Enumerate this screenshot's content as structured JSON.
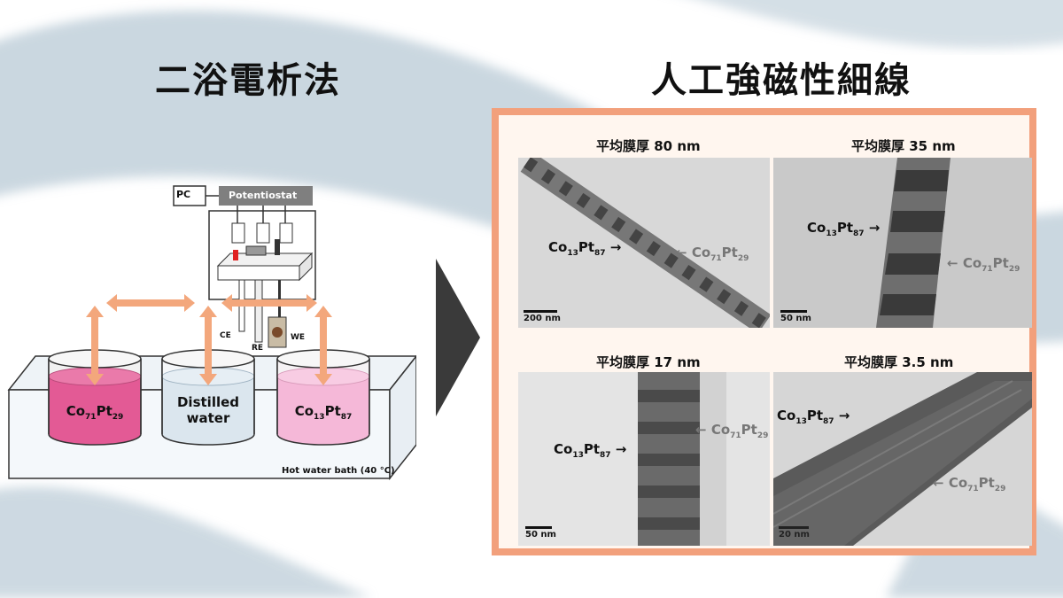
{
  "titles": {
    "left": "二浴電析法",
    "right": "人工強磁性細線"
  },
  "diagram": {
    "pc": "PC",
    "potentiostat": "Potentiostat",
    "ce": "CE",
    "re": "RE",
    "we": "WE",
    "beaker1": {
      "main": "Co",
      "sub1": "71",
      "mid": "Pt",
      "sub2": "29"
    },
    "beaker2": {
      "line1": "Distilled",
      "line2": "water"
    },
    "beaker3": {
      "main": "Co",
      "sub1": "13",
      "mid": "Pt",
      "sub2": "87"
    },
    "bath": "Hot water bath (40 °C)",
    "colors": {
      "pink": "#e35a95",
      "light_pink": "#f5b8d8",
      "light_blue": "#dbe6ee",
      "arrow": "#f3a77c"
    }
  },
  "panel": {
    "border_color": "#f2a07c",
    "images": [
      {
        "caption": "平均膜厚 80 nm",
        "scale": "200 nm"
      },
      {
        "caption": "平均膜厚 35 nm",
        "scale": "50 nm"
      },
      {
        "caption": "平均膜厚 17 nm",
        "scale": "50 nm"
      },
      {
        "caption": "平均膜厚 3.5 nm",
        "scale": "20 nm"
      }
    ],
    "label_a": {
      "el1": "Co",
      "n1": "13",
      "el2": "Pt",
      "n2": "87",
      "arrow": "→"
    },
    "label_b": {
      "arrow": "←",
      "el1": "Co",
      "n1": "71",
      "el2": "Pt",
      "n2": "29"
    }
  }
}
